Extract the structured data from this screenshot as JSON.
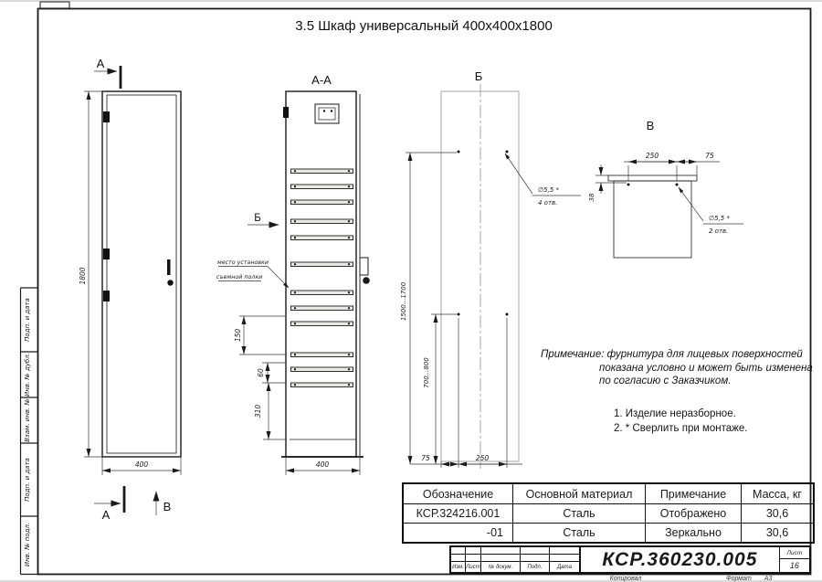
{
  "sheet": {
    "title": "3.5 Шкаф универсальный 400х400х1800",
    "doc_number": "КСР.360230.005",
    "sheet_label": "Лист",
    "sheet_number": "16",
    "copied_label": "Копировал",
    "format_label": "Формат",
    "format_value": "А3"
  },
  "sidebar": {
    "labels": [
      "Подп. и дата",
      "Инв. № дубл.",
      "Взам. инв. №",
      "Подп. и дата",
      "Инв. № подл."
    ]
  },
  "views": {
    "front": {
      "section_label": "А",
      "bottom_view_label": "В",
      "dim_height": "1800",
      "dim_width": "400"
    },
    "section_aa": {
      "label": "А-А",
      "view_arrow_label": "Б",
      "shelf_note_line1": "место установки",
      "shelf_note_line2": "съемной полки",
      "dim_150": "150",
      "dim_60": "60",
      "dim_310": "310",
      "dim_width": "400"
    },
    "view_b": {
      "label": "Б",
      "dim_range_1": "1500...1700",
      "dim_range_2": "700...800",
      "dim_75": "75",
      "dim_250": "250",
      "hole_dia": "∅5,5 *",
      "hole_count": "4 отв."
    },
    "view_v": {
      "label": "В",
      "dim_250": "250",
      "dim_75": "75",
      "dim_38": "38",
      "hole_dia": "∅5,5 *",
      "hole_count": "2 отв."
    }
  },
  "notes": {
    "remark_line1": "Примечание: фурнитура для лицевых поверхностей",
    "remark_line2": "показана условно и может быть изменена",
    "remark_line3": "по согласию с Заказчиком.",
    "item_1": "1. Изделие неразборное.",
    "item_2": "2. * Сверлить при монтаже."
  },
  "spec_table": {
    "headers": [
      "Обозначение",
      "Основной материал",
      "Примечание",
      "Масса, кг"
    ],
    "rows": [
      [
        "КСР.324216.001",
        "Сталь",
        "Отображено",
        "30,6"
      ],
      [
        "-01",
        "Сталь",
        "Зеркально",
        "30,6"
      ]
    ]
  },
  "title_block": {
    "col_labels": [
      "Изм.",
      "Лист",
      "№ докум.",
      "Подп.",
      "Дата"
    ]
  }
}
